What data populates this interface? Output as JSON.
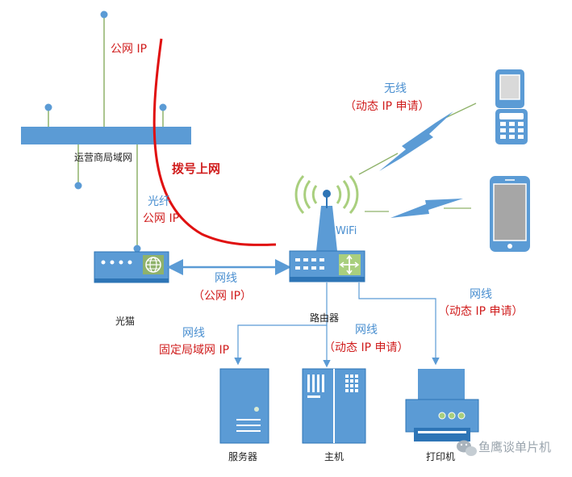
{
  "labels": {
    "public_ip_top": "公网 IP",
    "isp_lan": "运营商局域网",
    "dialup": "拨号上网",
    "fiber": "光纤",
    "fiber_public_ip": "公网 IP",
    "wifi": "WiFi",
    "wireless": "无线",
    "wireless_dynamic_ip": "（动态 IP 申请）",
    "cable_modem_router": "网线",
    "cable_modem_router_ip": "（公网 IP）",
    "optical_modem": "光猫",
    "router": "路由器",
    "cable_server": "网线",
    "cable_server_ip": "固定局域网 IP",
    "cable_host": "网线",
    "cable_host_ip": "（动态 IP 申请）",
    "cable_printer": "网线",
    "cable_printer_ip": "（动态 IP 申请）",
    "server": "服务器",
    "host": "主机",
    "printer": "打印机",
    "watermark": "鱼鹰谈单片机"
  },
  "colors": {
    "device_blue": "#5b9bd5",
    "device_dark": "#2e75b6",
    "line_green": "#8fb26a",
    "label_blue": "#4a8fd0",
    "label_red": "#d01d1d",
    "dialup_line": "#e01010",
    "screen_gray": "#a6a6a6"
  },
  "icons": [
    "globe-icon",
    "router-switch-icon",
    "wifi-antenna-icon",
    "lightning-wireless-icon",
    "flip-phone-icon",
    "smartphone-icon",
    "wechat-logo-icon"
  ]
}
